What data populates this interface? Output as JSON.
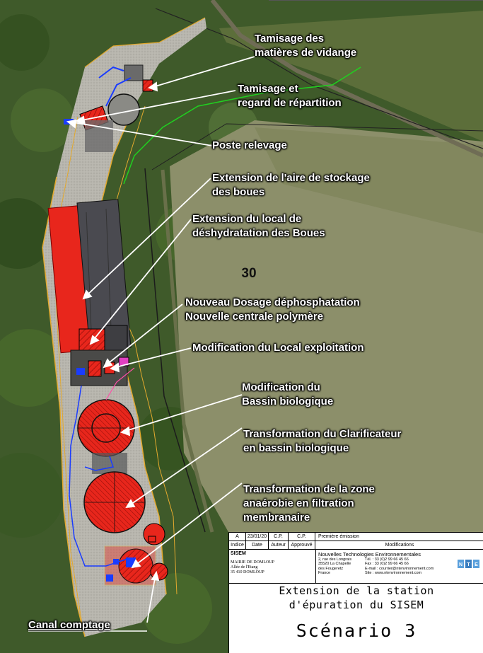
{
  "labels": {
    "tamisage_vidange": [
      "Tamisage des",
      "matières de vidange"
    ],
    "tamisage_regard": [
      "Tamisage et",
      "regard de répartition"
    ],
    "poste_relevage": [
      "Poste relevage"
    ],
    "extension_stockage": [
      "Extension de l'aire de stockage",
      "des boues"
    ],
    "extension_local": [
      "Extension du local de",
      "déshydratation des Boues"
    ],
    "dosage": [
      "Nouveau Dosage déphosphatation",
      "Nouvelle centrale polymère"
    ],
    "local_exploitation": [
      "Modification du Local exploitation"
    ],
    "bassin_bio": [
      "Modification du",
      "Bassin biologique"
    ],
    "clarificateur": [
      "Transformation du Clarificateur",
      "en bassin biologique"
    ],
    "zone_anaerobie": [
      "Transformation de la zone",
      "anaérobie en filtration",
      "membranaire"
    ],
    "canal_comptage": "Canal comptage"
  },
  "parcel_number": "30",
  "cartouche": {
    "revision": {
      "index": "A",
      "date": "23/01/20",
      "author": "C.P.",
      "approved": "C.P.",
      "description": "Première émission"
    },
    "headers": {
      "index": "Indice",
      "date": "Date",
      "author": "Auteur",
      "approved": "Approuvé",
      "modifications": "Modifications"
    },
    "client": {
      "name": "SISEM",
      "line1": "MAIRIE DE DOMLOUP",
      "line2": "Allée de l'Etang",
      "line3": "35 410 DOMLOUP"
    },
    "firm": {
      "name": "Nouvelles Technologies Environnementales",
      "address": [
        "2, rue des Longrais",
        "35520 La Chapelle",
        "des Fougeretz",
        "France"
      ],
      "contact": [
        "Tél.    : 33 (0)2 99 66 45 66",
        "Fax    : 33 (0)2 99 66 45 66",
        "E-mail : courrier@ntenvironnement.com",
        "Site   : www.ntenvironnement.com"
      ],
      "logo": "NTE"
    },
    "project_title": [
      "Extension de la station",
      "d'épuration du SISEM"
    ],
    "scenario": "Scénario 3"
  },
  "colors": {
    "vegetation": "#3f5a2a",
    "field": "#8c8f6a",
    "plant_surface": "#b8b6ae",
    "extension": "#e8261c",
    "building": "#4a4a50",
    "boundary": "#e3a92e",
    "pipe_blue": "#1a3cff",
    "pipe_green": "#20d020",
    "label_text": "#ffffff"
  }
}
